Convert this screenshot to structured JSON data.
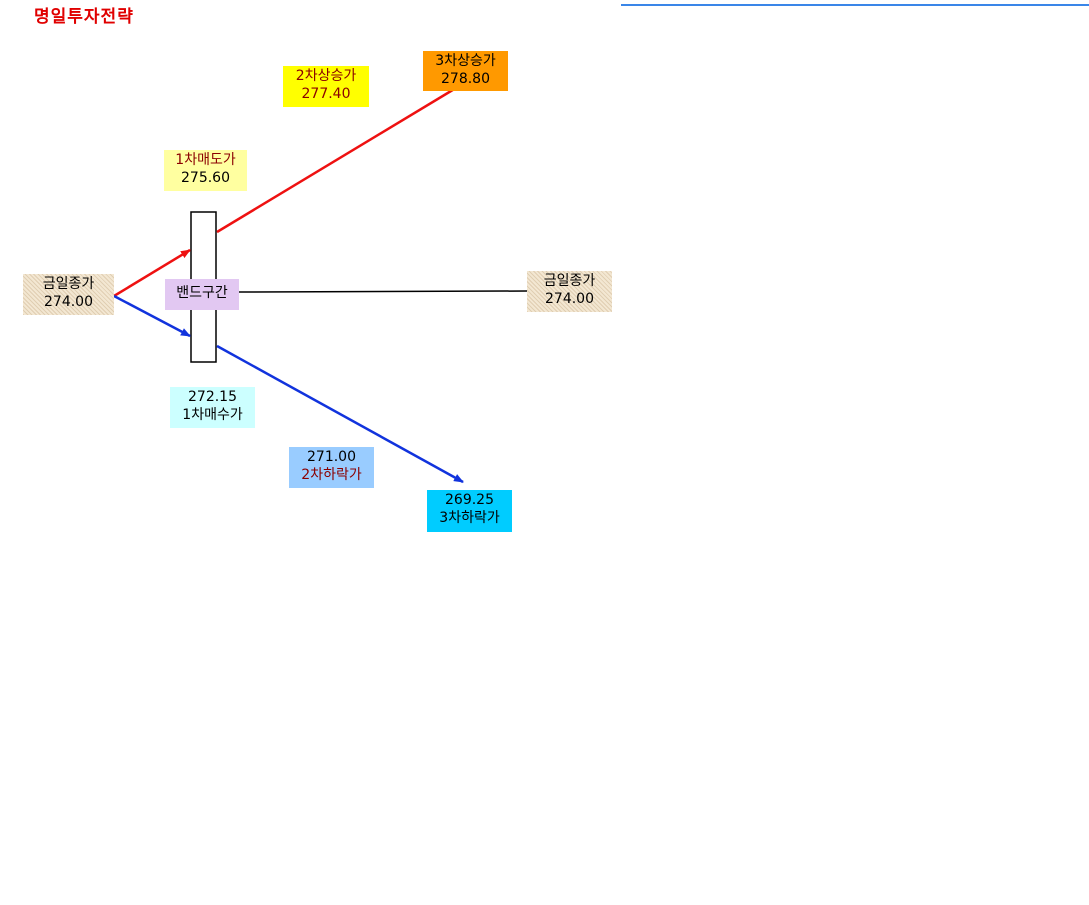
{
  "title": "명일투자전략",
  "labels": {
    "close_left": {
      "name": "금일종가",
      "value": "274.00"
    },
    "close_right": {
      "name": "금일종가",
      "value": "274.00"
    },
    "band": {
      "name": "밴드구간"
    },
    "sell1": {
      "name": "1차매도가",
      "value": "275.60"
    },
    "rise2": {
      "name": "2차상승가",
      "value": "277.40"
    },
    "rise3": {
      "name": "3차상승가",
      "value": "278.80"
    },
    "buy1": {
      "name": "1차매수가",
      "value": "272.15"
    },
    "fall2": {
      "name": "2차하락가",
      "value": "271.00"
    },
    "fall3": {
      "name": "3차하락가",
      "value": "269.25"
    }
  },
  "colors": {
    "title": "#e00000",
    "up_line": "#ee1111",
    "down_line": "#1133dd",
    "flat_line": "#000000",
    "close_box": "#f3e7d2",
    "band_box": "#e2c8f2",
    "sell1_box": "#ffffa0",
    "rise2_box": "#ffff00",
    "rise3_box": "#ff9900",
    "buy1_box": "#ccffff",
    "fall2_box": "#99ccff",
    "fall3_box": "#00ccff",
    "top_rule": "#3a86e8"
  }
}
